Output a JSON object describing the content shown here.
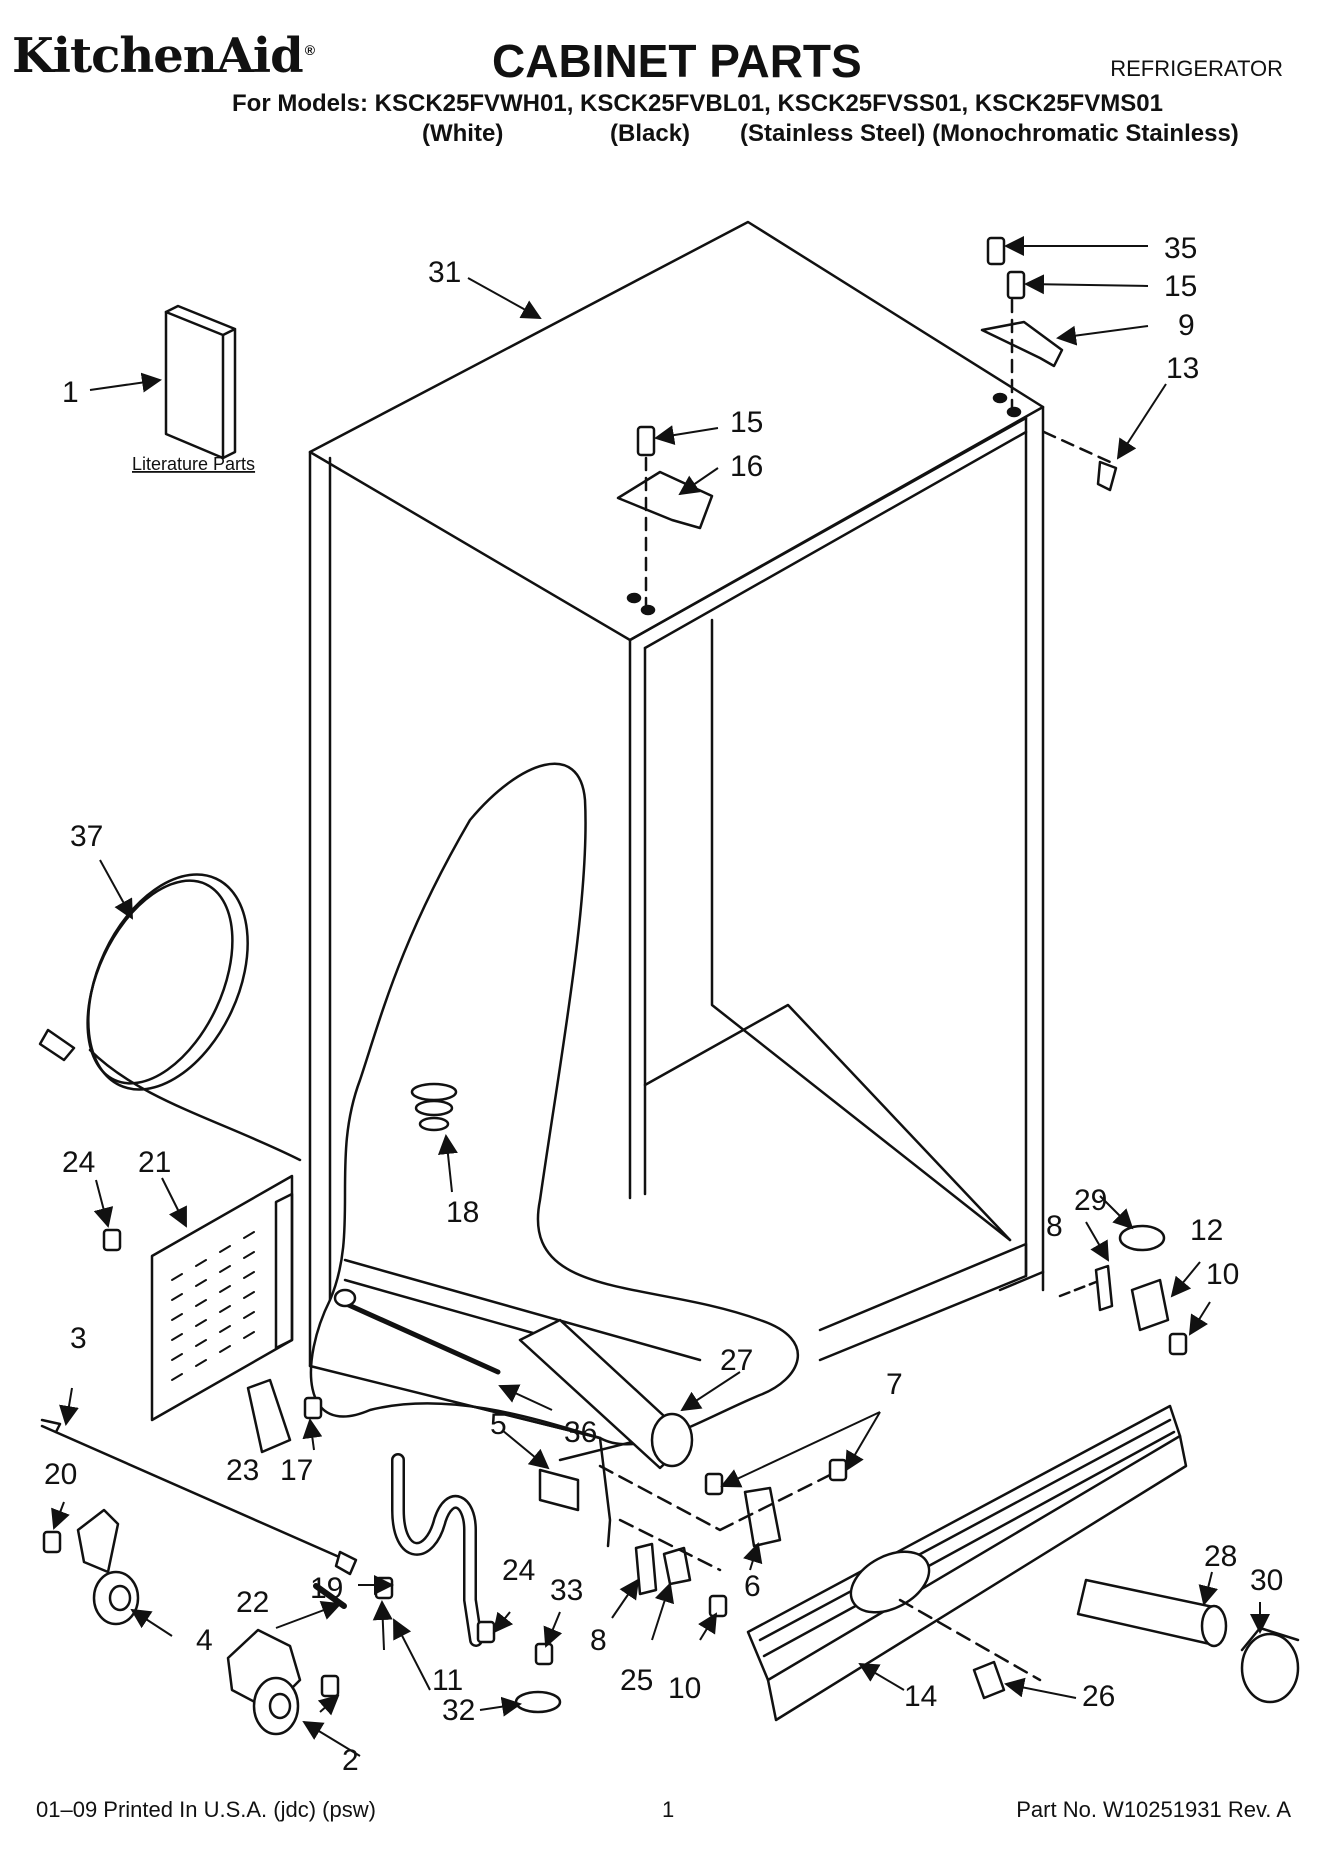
{
  "header": {
    "brand": "KitchenAid",
    "registered_mark": "®",
    "title": "CABINET PARTS",
    "appliance": "REFRIGERATOR",
    "models_line": "For Models: KSCK25FVWH01, KSCK25FVBL01, KSCK25FVSS01, KSCK25FVMS01",
    "finishes": [
      "(White)",
      "(Black)",
      "(Stainless Steel) (Monochromatic Stainless)"
    ]
  },
  "literature_label": "Literature Parts",
  "callouts": [
    "1",
    "2",
    "3",
    "4",
    "5",
    "6",
    "7",
    "8",
    "8",
    "9",
    "10",
    "10",
    "11",
    "12",
    "13",
    "14",
    "15",
    "15",
    "16",
    "17",
    "18",
    "19",
    "20",
    "21",
    "22",
    "23",
    "24",
    "24",
    "25",
    "26",
    "27",
    "28",
    "29",
    "30",
    "31",
    "32",
    "33",
    "35",
    "36",
    "37"
  ],
  "footer": {
    "left": "01–09 Printed In U.S.A. (jdc) (psw)",
    "center": "1",
    "right": "Part No. W10251931 Rev. A"
  }
}
